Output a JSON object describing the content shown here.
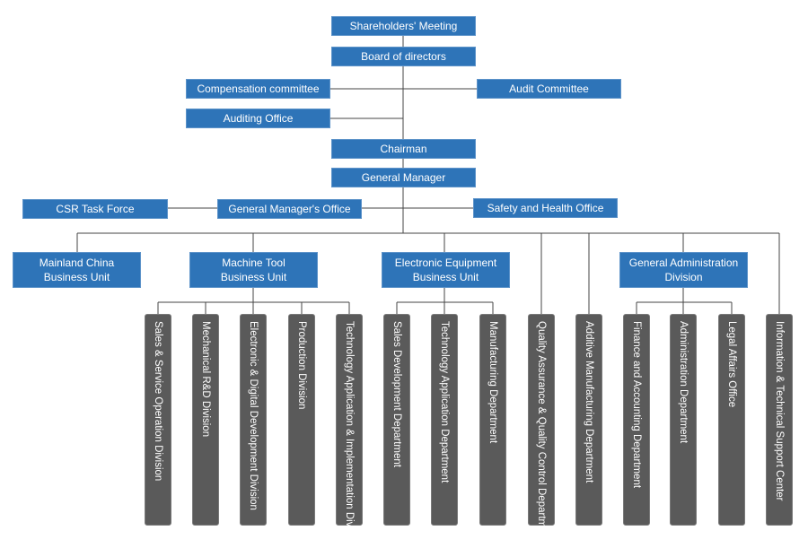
{
  "top": {
    "shareholders": "Shareholders' Meeting",
    "board": "Board of directors",
    "compensation": "Compensation committee",
    "audit_committee": "Audit Committee",
    "auditing_office": "Auditing Office",
    "chairman": "Chairman",
    "general_manager": "General Manager",
    "csr": "CSR Task Force",
    "gm_office": "General Manager's Office",
    "safety": "Safety and Health Office"
  },
  "units": {
    "mainland": "Mainland China\nBusiness Unit",
    "machine_tool": "Machine Tool\nBusiness Unit",
    "electronic": "Electronic Equipment\nBusiness Unit",
    "general_admin": "General Administration\nDivision"
  },
  "departments": [
    "Sales & Service Operation Division",
    "Mechanical R&D Division",
    "Electronic & Digital Development Division",
    "Production Division",
    "Technology Application & Implementation Division",
    "Sales Development Department",
    "Technology Application Department",
    "Manufacturing Department",
    "Quality Assurance & Quality Control Department",
    "Additive Manufacturing Department",
    "Finance and Accounting Department",
    "Administration Department",
    "Legal Affairs Office",
    "Information & Technical Support Center"
  ],
  "colors": {
    "blue_box": "#2e74b8",
    "grey_box": "#5a5a5a",
    "connector": "#444444"
  }
}
